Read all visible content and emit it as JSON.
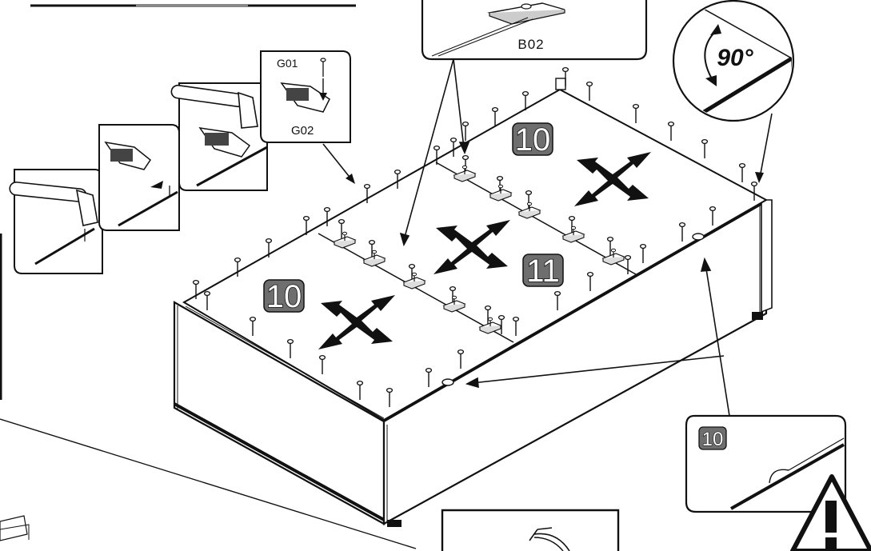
{
  "labels": {
    "fastener_nail": "G01",
    "fastener_clip": "G02",
    "connector": "B02",
    "angle": "90°"
  },
  "badges": {
    "panel_left": "10",
    "panel_center": "11",
    "panel_right": "10",
    "detail": "10"
  },
  "icons": {
    "warning": "warning-triangle-icon",
    "rotate": "rotate-arrow-icon",
    "hammer": "hammer-icon",
    "spread": "spread-arrows-icon"
  },
  "colors": {
    "ink": "#111111",
    "badge_fill": "#6e6e6e",
    "background": "#ffffff"
  }
}
